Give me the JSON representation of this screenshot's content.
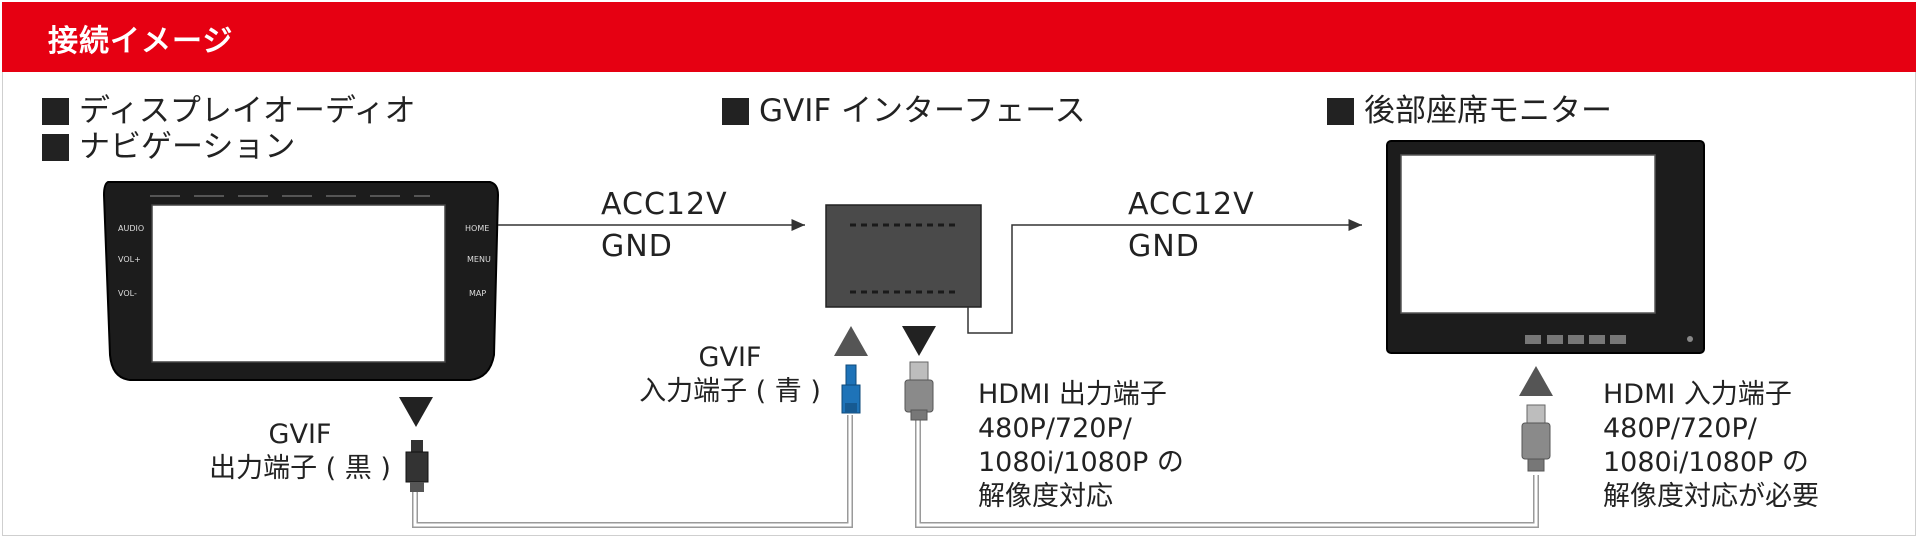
{
  "header": {
    "title": "接続イメージ"
  },
  "devices": {
    "left_label_1": "ディスプレイオーディオ",
    "left_label_2": "ナビゲーション",
    "middle_label": "GVIF インターフェース",
    "right_label": "後部座席モニター"
  },
  "head_unit_buttons": {
    "audio": "AUDIO",
    "vol_plus": "VOL+",
    "vol_minus": "VOL-",
    "home": "HOME",
    "menu": "MENU",
    "map": "MAP"
  },
  "signals": {
    "left_acc": "ACC12V",
    "left_gnd": "GND",
    "right_acc": "ACC12V",
    "right_gnd": "GND"
  },
  "connectors": {
    "gvif_out_line1": "GVIF",
    "gvif_out_line2": "出力端子 ( 黒 )",
    "gvif_in_line1": "GVIF",
    "gvif_in_line2": "入力端子 ( 青 )",
    "hdmi_out_line1": "HDMI 出力端子",
    "hdmi_out_line2": "480P/720P/",
    "hdmi_out_line3": "1080i/1080P の",
    "hdmi_out_line4": "解像度対応",
    "hdmi_in_line1": "HDMI 入力端子",
    "hdmi_in_line2": "480P/720P/",
    "hdmi_in_line3": "1080i/1080P の",
    "hdmi_in_line4": "解像度対応が必要"
  },
  "colors": {
    "header": "#e60012",
    "gvif_out_plug": "#333333",
    "gvif_in_plug": "#1e73b8",
    "hdmi_plug": "#8a8a8a"
  }
}
